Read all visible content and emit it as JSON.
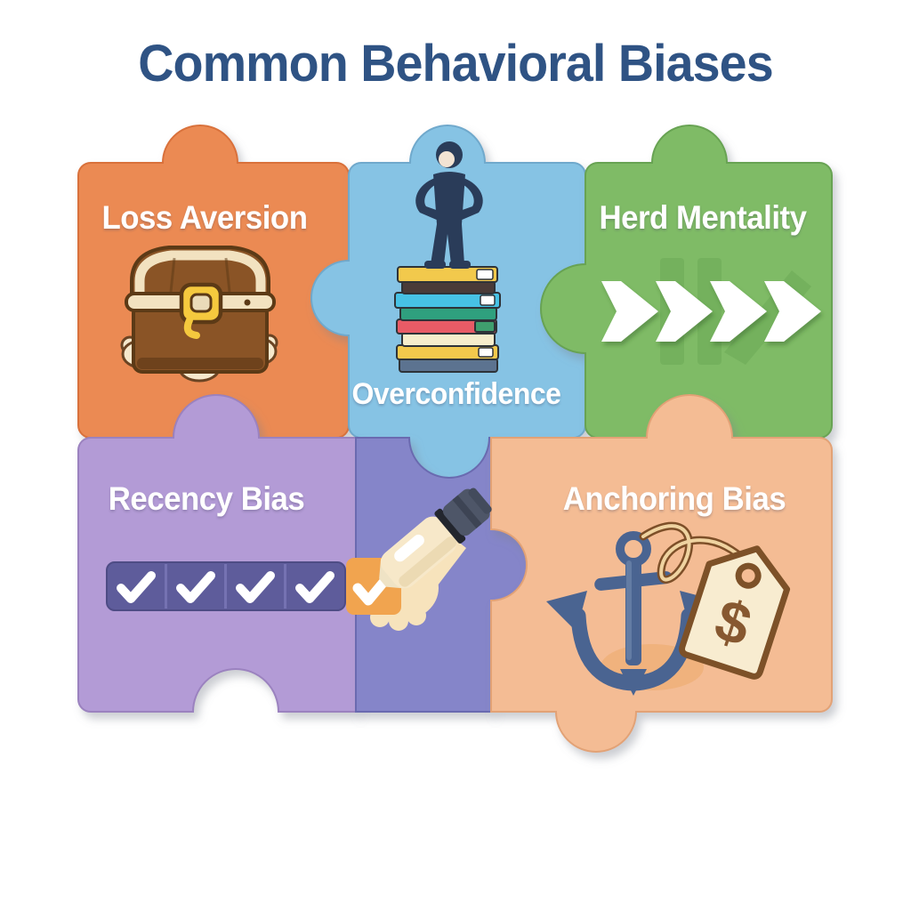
{
  "title": "Common Behavioral Biases",
  "pieces": {
    "loss_aversion": {
      "label": "Loss Aversion",
      "color": "#EB8A52",
      "icon": "treasure-chest"
    },
    "overconfidence": {
      "label": "Overconfidence",
      "color": "#86C3E4",
      "icon": "person-on-book-stack"
    },
    "herd_mentality": {
      "label": "Herd Mentality",
      "color": "#7FBB66",
      "icon": "chevron-arrows-right"
    },
    "recency_bias": {
      "label": "Recency Bias",
      "color": "#B39BD6",
      "icon": "checklist-with-marker"
    },
    "connector_piece": {
      "label": "",
      "color": "#8585C9",
      "icon": "marker-highlight"
    },
    "anchoring_bias": {
      "label": "Anchoring Bias",
      "color": "#F4BC94",
      "icon": "anchor-with-price-tag",
      "tag_symbol": "$"
    }
  },
  "accents": {
    "title_color": "#2F5384",
    "checkbox_row": "#5E5C9B",
    "highlight_box": "#F1A44F",
    "anchor_color": "#4A6491",
    "arrow_color": "#FFFFFF"
  }
}
